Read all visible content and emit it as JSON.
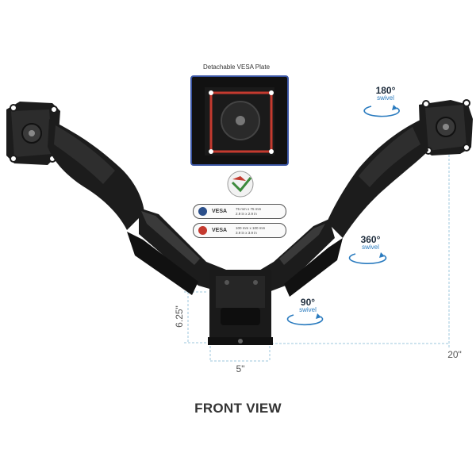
{
  "vesa_plate": {
    "title": "Detachable VESA Plate"
  },
  "vesa_options": [
    {
      "label": "VESA",
      "size_mm": "75 mm x 75 mm",
      "size_in": "2.9 in x 2.9 in",
      "dot_color": "#2b4f8a"
    },
    {
      "label": "VESA",
      "size_mm": "100 mm x 100 mm",
      "size_in": "3.9 in x 3.9 in",
      "dot_color": "#c43a2f"
    }
  ],
  "rotations": {
    "top": {
      "degrees": "180°",
      "word": "swivel"
    },
    "middle": {
      "degrees": "360°",
      "word": "swivel"
    },
    "base": {
      "degrees": "90°",
      "word": "swivel"
    }
  },
  "dimensions": {
    "height": "6.25\"",
    "width": "5\"",
    "reach": "20\""
  },
  "caption": "FRONT VIEW",
  "colors": {
    "accent_blue": "#2a7bbf",
    "dimension_line": "#9ec7dc",
    "vesa_frame": "#c43a2f",
    "plate_border": "#3a55a4",
    "arm": "#1c1c1c"
  }
}
